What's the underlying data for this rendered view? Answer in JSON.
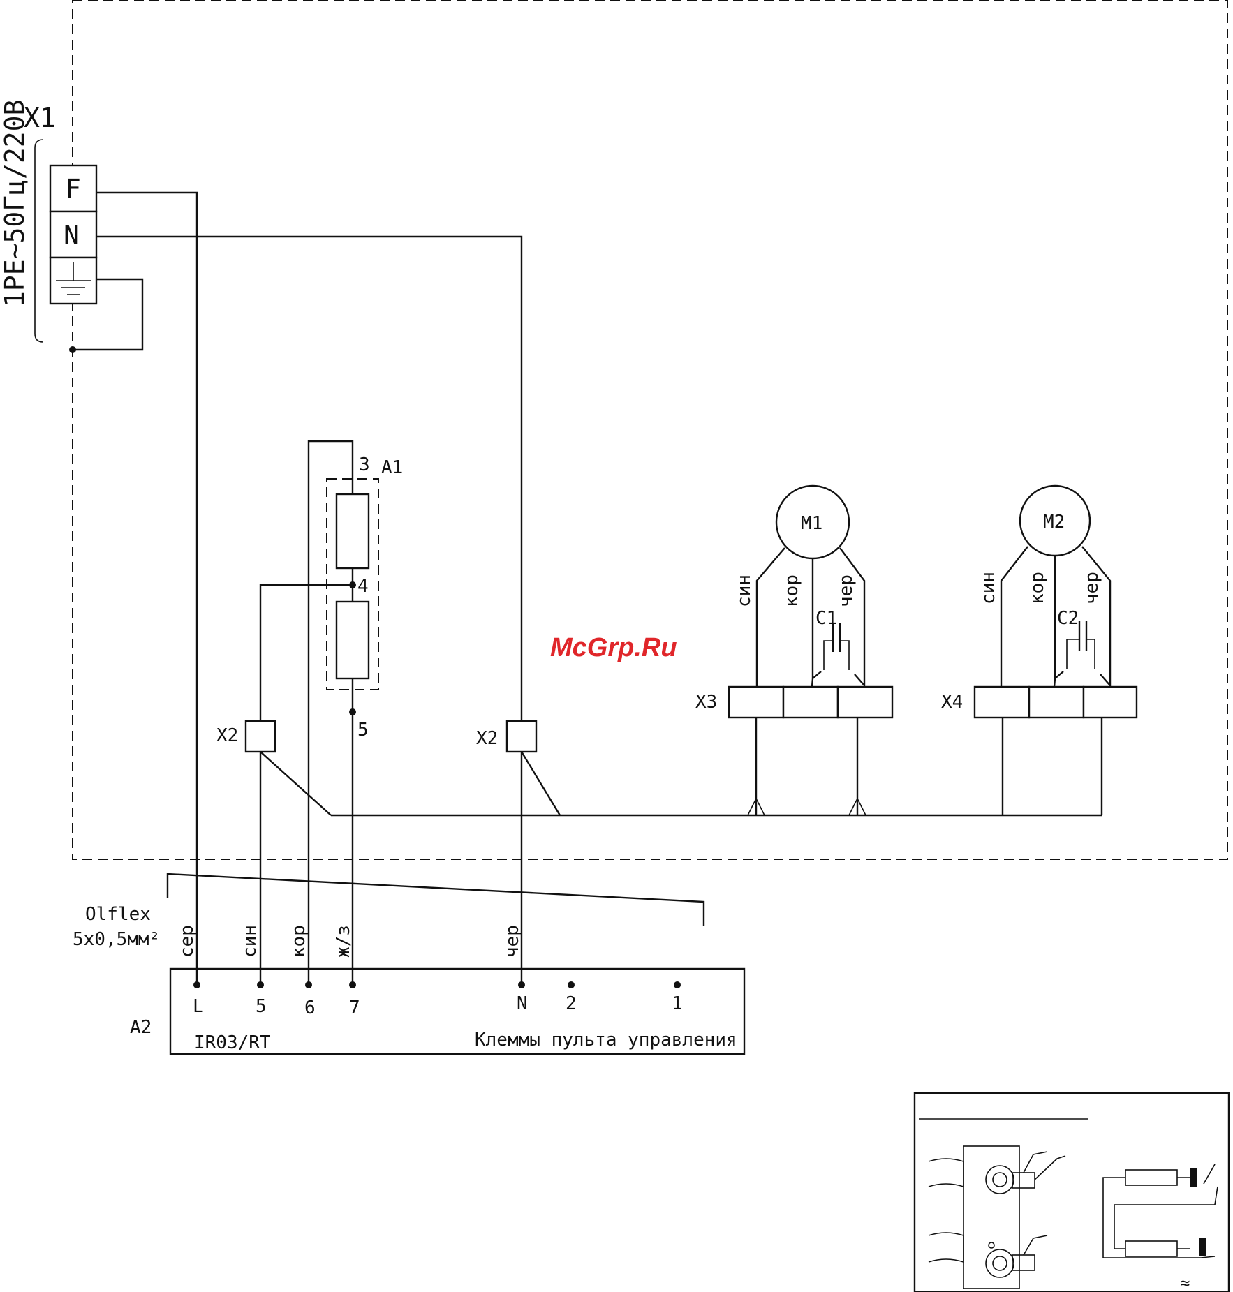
{
  "x1": {
    "ref": "X1",
    "power": "1PE~50Гц/220В",
    "terms": [
      "F",
      "N"
    ],
    "earth_icon": "ground-symbol"
  },
  "a1": {
    "ref": "A1",
    "pins": [
      "3",
      "4",
      "5"
    ]
  },
  "x2": {
    "ref": "X2"
  },
  "motors": [
    {
      "ref": "M1",
      "cap": "C1",
      "block": "X3",
      "wires": [
        "син",
        "кор",
        "чер"
      ]
    },
    {
      "ref": "M2",
      "cap": "C2",
      "block": "X4",
      "wires": [
        "син",
        "кор",
        "чер"
      ]
    }
  ],
  "cable": {
    "name": "Olflex",
    "spec": "5x0,5мм²",
    "wires": [
      "сер",
      "син",
      "кор",
      "ж/з",
      "чер"
    ]
  },
  "a2": {
    "ref": "A2",
    "model": "IR03/RT",
    "title": "Клеммы пульта управления",
    "terminals": [
      "L",
      "5",
      "6",
      "7",
      "N",
      "2",
      "1"
    ]
  },
  "watermark": "McGrp.Ru",
  "inset": {
    "note_symbol": "≈",
    "icons": [
      "terminal-connector-icon",
      "heater-element-icon"
    ]
  }
}
